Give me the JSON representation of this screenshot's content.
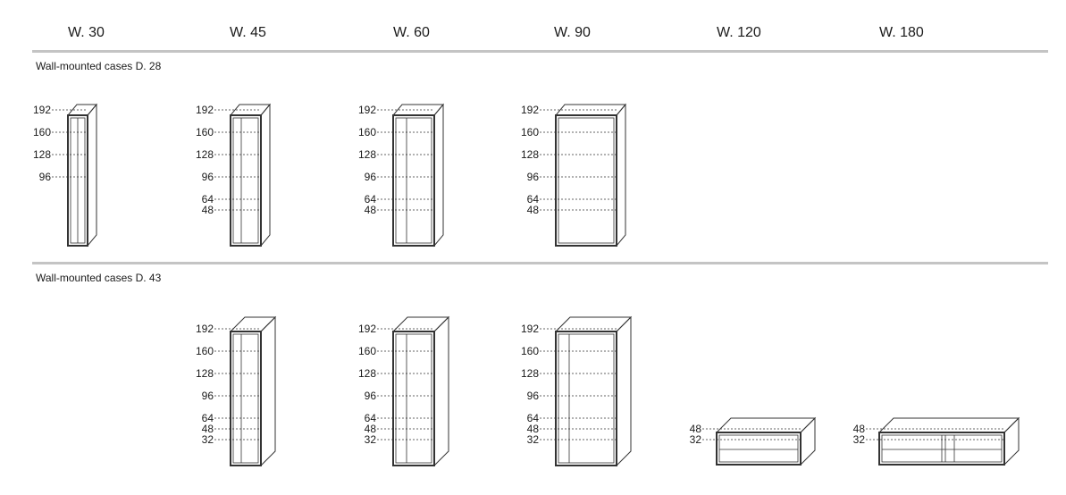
{
  "width_labels": [
    "W. 30",
    "W. 45",
    "W. 60",
    "W. 90",
    "W. 120",
    "W. 180"
  ],
  "sections": [
    {
      "title": "Wall-mounted cases D. 28",
      "cases": [
        {
          "width": "W. 30",
          "heights": [
            "192",
            "160",
            "128",
            "96"
          ]
        },
        {
          "width": "W. 45",
          "heights": [
            "192",
            "160",
            "128",
            "96",
            "64",
            "48"
          ]
        },
        {
          "width": "W. 60",
          "heights": [
            "192",
            "160",
            "128",
            "96",
            "64",
            "48"
          ]
        },
        {
          "width": "W. 90",
          "heights": [
            "192",
            "160",
            "128",
            "96",
            "64",
            "48"
          ]
        }
      ]
    },
    {
      "title": "Wall-mounted cases D. 43",
      "cases": [
        {
          "width": "W. 45",
          "heights": [
            "192",
            "160",
            "128",
            "96",
            "64",
            "48",
            "32"
          ]
        },
        {
          "width": "W. 60",
          "heights": [
            "192",
            "160",
            "128",
            "96",
            "64",
            "48",
            "32"
          ]
        },
        {
          "width": "W. 90",
          "heights": [
            "192",
            "160",
            "128",
            "96",
            "64",
            "48",
            "32"
          ]
        },
        {
          "width": "W. 120",
          "heights": [
            "48",
            "32"
          ]
        },
        {
          "width": "W. 180",
          "heights": [
            "48",
            "32"
          ]
        }
      ]
    }
  ],
  "colors": {
    "line": "#333333",
    "divider": "#c4c4c4"
  }
}
